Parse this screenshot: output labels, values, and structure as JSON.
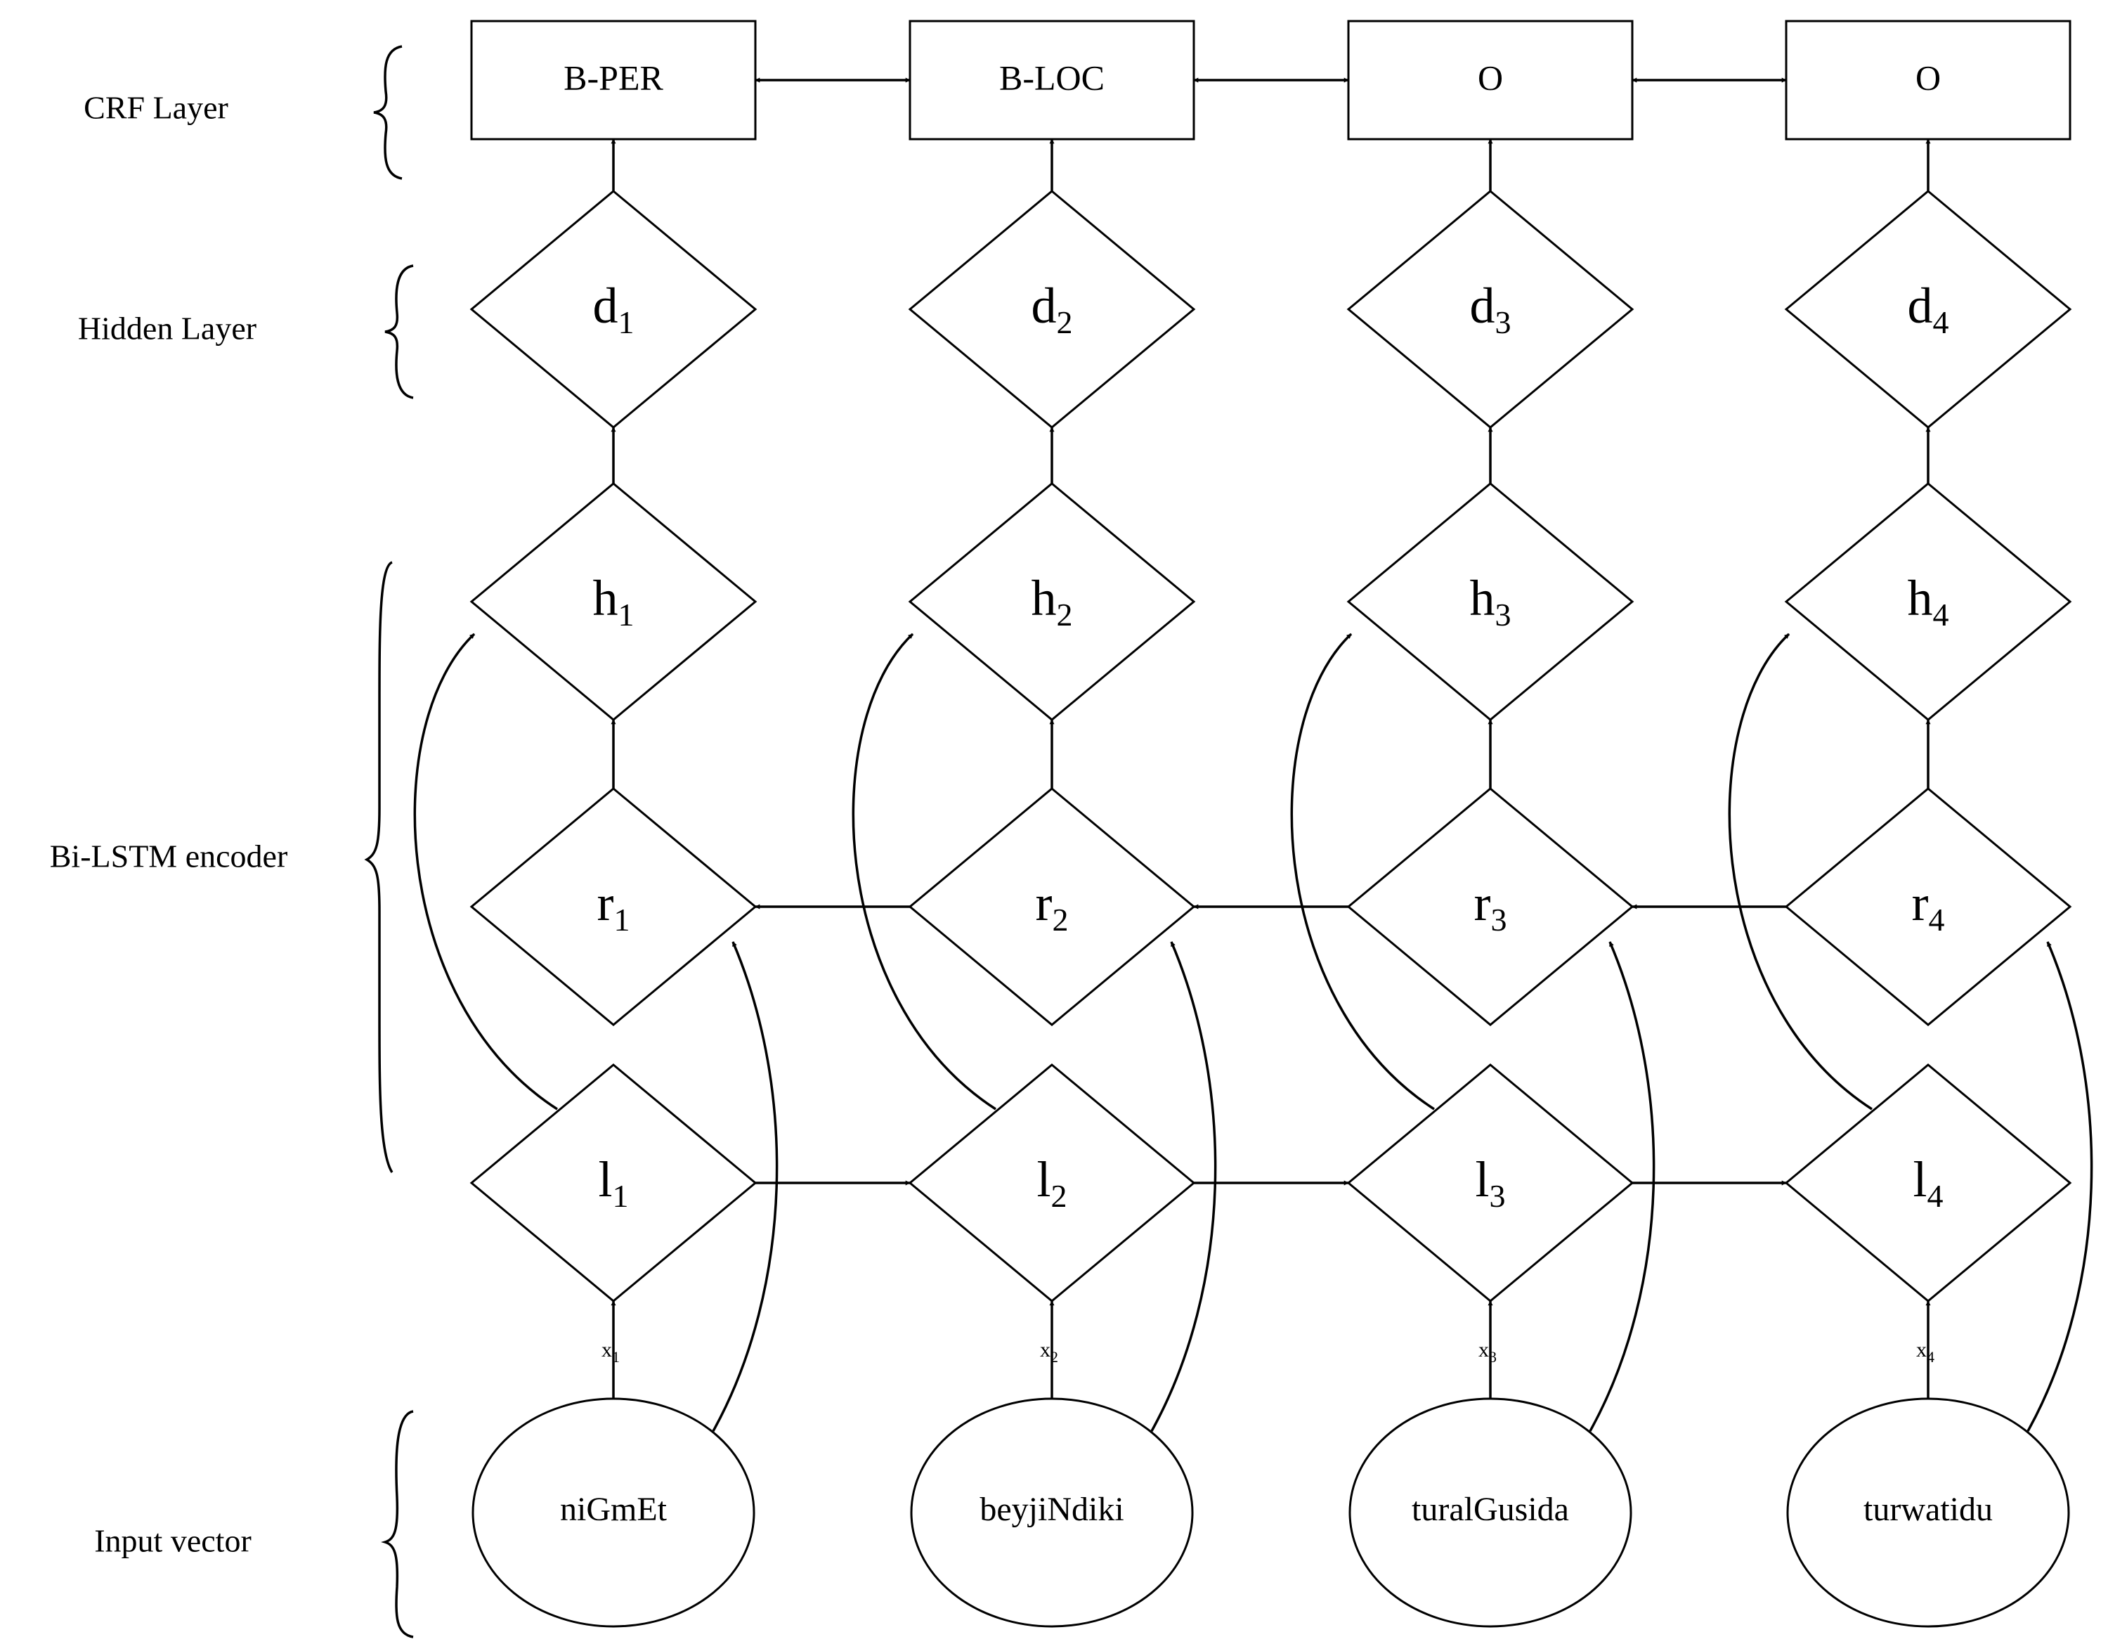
{
  "layers": {
    "crf": "CRF Layer",
    "hidden": "Hidden Layer",
    "bilstm": "Bi-LSTM encoder",
    "input": "Input vector"
  },
  "columns": [
    {
      "tag": "B-PER",
      "d": {
        "base": "d",
        "sub": "1"
      },
      "h": {
        "base": "h",
        "sub": "1"
      },
      "r": {
        "base": "r",
        "sub": "1"
      },
      "l": {
        "base": "l",
        "sub": "1"
      },
      "x": {
        "base": "x",
        "sub": "1"
      },
      "word": "niGmEt"
    },
    {
      "tag": "B-LOC",
      "d": {
        "base": "d",
        "sub": "2"
      },
      "h": {
        "base": "h",
        "sub": "2"
      },
      "r": {
        "base": "r",
        "sub": "2"
      },
      "l": {
        "base": "l",
        "sub": "2"
      },
      "x": {
        "base": "x",
        "sub": "2"
      },
      "word": "beyjiNdiki"
    },
    {
      "tag": "O",
      "d": {
        "base": "d",
        "sub": "3"
      },
      "h": {
        "base": "h",
        "sub": "3"
      },
      "r": {
        "base": "r",
        "sub": "3"
      },
      "l": {
        "base": "l",
        "sub": "3"
      },
      "x": {
        "base": "x",
        "sub": "3"
      },
      "word": "turalGusida"
    },
    {
      "tag": "O",
      "d": {
        "base": "d",
        "sub": "4"
      },
      "h": {
        "base": "h",
        "sub": "4"
      },
      "r": {
        "base": "r",
        "sub": "4"
      },
      "l": {
        "base": "l",
        "sub": "4"
      },
      "x": {
        "base": "x",
        "sub": "4"
      },
      "word": "turwatidu"
    }
  ]
}
